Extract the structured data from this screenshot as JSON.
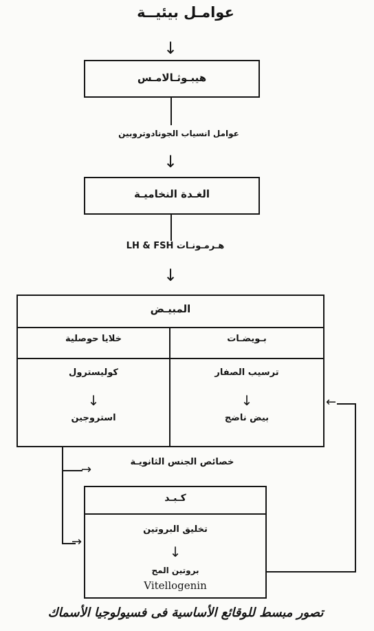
{
  "title": "عوامـل بيئيــة",
  "hypothalamus": "هيبـوثـالامـس",
  "gonadotropin_release": "عوامل انسياب الجونادوتروبين",
  "pituitary": "الغـدة النخاميـة",
  "hormones": "هـرمـونـات LH & FSH",
  "ovary": {
    "title": "المبيـض",
    "left_header": "خلايا حوصلية",
    "right_header": "بـويضـات",
    "left_step1": "كوليسترول",
    "left_step2": "استروجين",
    "right_step1": "ترسيب الصفار",
    "right_step2": "بيض ناضج"
  },
  "secondary_traits": "خصائص الجنس الثانويـة",
  "liver": {
    "title": "كـبـد",
    "step1": "تخليق البروتين",
    "step2_ar": "بروتين المح",
    "step2_en": "Vitellogenin"
  },
  "caption": "تصور مبسط للوقائع الأساسية فى فسيولوجيا الأسماك"
}
